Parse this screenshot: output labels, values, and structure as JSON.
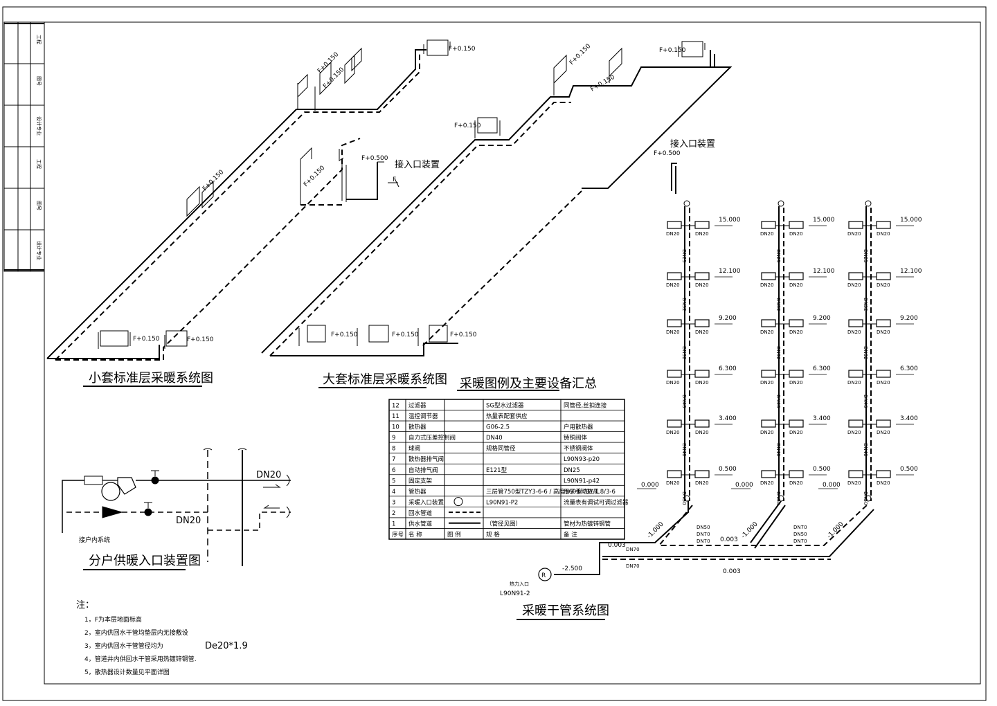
{
  "titles": {
    "small_unit": "小套标准层采暖系统图",
    "large_unit": "大套标准层采暖系统图",
    "legend": "采暖图例及主要设备汇总",
    "entry_device": "分户供暖入口装置图",
    "main_pipe": "采暖干管系统图"
  },
  "labels": {
    "f0150": "F+0.150",
    "f0500": "F+0.500",
    "f": "F",
    "entry": "接入口装置",
    "dn20": "DN20",
    "dn25": "DN25",
    "dn32": "DN32",
    "dn40": "DN40",
    "dn50": "DN50",
    "dn70": "DN70",
    "to_indoor": "接户内系统",
    "l90": "L90N91-2",
    "heat_in": "热力入口",
    "slope": "0.003",
    "m1000": "-1.000",
    "m2500": "-2.500",
    "zero": "0.000"
  },
  "elevations": [
    "15.000",
    "12.100",
    "9.200",
    "6.300",
    "3.400",
    "0.500"
  ],
  "legend_table": {
    "header": [
      "序号",
      "名 称",
      "图 例",
      "规 格",
      "备 注"
    ],
    "rows": [
      [
        "12",
        "过滤器",
        "",
        "SG型水过滤器",
        "同管径,丝扣连接"
      ],
      [
        "11",
        "温控调节器",
        "",
        "热量表配套供应",
        ""
      ],
      [
        "10",
        "散热器",
        "",
        "G06-2.5",
        "户用散热器"
      ],
      [
        "9",
        "自力式压差控制阀",
        "",
        "DN40",
        "铸铜阀体"
      ],
      [
        "8",
        "球阀",
        "",
        "规格同管径",
        "不锈钢阀体"
      ],
      [
        "7",
        "散热器排气阀",
        "",
        "",
        "L90N93-p20"
      ],
      [
        "6",
        "自动排气阀",
        "",
        "E121型",
        "DN25"
      ],
      [
        "5",
        "固定支架",
        "",
        "",
        "L90N91-p42"
      ],
      [
        "4",
        "管热器",
        "",
        "三层管750型TZY3-6-6 / 高度560型TBY-1.8/3-6",
        "用于手动放风"
      ],
      [
        "3",
        "采暖入口装置",
        "",
        "L90N91-P2",
        "流量表有调试可调过滤器"
      ],
      [
        "2",
        "回水管道",
        "",
        "",
        ""
      ],
      [
        "1",
        "供水管道",
        "",
        "（管径见图）",
        "管材为热镀锌钢管"
      ]
    ]
  },
  "notes": {
    "heading": "注：",
    "items": [
      "1，F为本层地面标高",
      "2，室内供回水干管均垫层内无接敷设",
      "3，室内供回水干管管径均为",
      "4，管道井内供回水干管采用热镀锌钢管.",
      "5，散热器设计数量见平面详图"
    ],
    "pipe_spec": "De20*1.9"
  },
  "title_block": [
    "工程",
    "图号",
    "设计专业",
    "工程",
    "图号",
    "设计专业"
  ]
}
